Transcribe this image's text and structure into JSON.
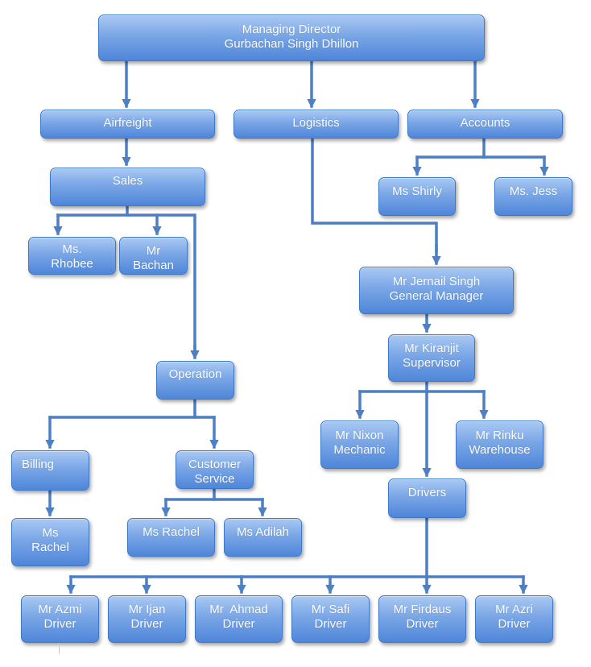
{
  "colors": {
    "box_top": "#a9c9f3",
    "box_bottom": "#4f86d9",
    "connector": "#4d7fc4",
    "text": "#ffffff"
  },
  "nodes": {
    "managing_director": {
      "line1": "Managing Director",
      "line2": "Gurbachan Singh Dhillon"
    },
    "airfreight": {
      "line1": "Airfreight"
    },
    "logistics": {
      "line1": "Logistics"
    },
    "accounts": {
      "line1": "Accounts"
    },
    "sales": {
      "line1": "Sales"
    },
    "ms_shirly": {
      "line1": "Ms Shirly"
    },
    "ms_jess": {
      "line1": "Ms. Jess"
    },
    "ms_rhobee": {
      "line1": "Ms.",
      "line2": "Rhobee"
    },
    "mr_bachan": {
      "line1": "Mr",
      "line2": "Bachan"
    },
    "mr_jernail": {
      "line1": "Mr Jernail Singh",
      "line2": "General Manager"
    },
    "mr_kiranjit": {
      "line1": "Mr Kiranjit",
      "line2": "Supervisor"
    },
    "operation": {
      "line1": "Operation"
    },
    "mr_nixon": {
      "line1": "Mr Nixon",
      "line2": "Mechanic"
    },
    "mr_rinku": {
      "line1": "Mr Rinku",
      "line2": "Warehouse"
    },
    "billing": {
      "line1": "Billing"
    },
    "customer_service": {
      "line1": "Customer",
      "line2": "Service"
    },
    "drivers": {
      "line1": "Drivers"
    },
    "ms_rachel_billing": {
      "line1": "Ms",
      "line2": "Rachel"
    },
    "ms_rachel_cs": {
      "line1": "Ms Rachel"
    },
    "ms_adilah": {
      "line1": "Ms Adilah"
    },
    "mr_azmi": {
      "line1": "Mr Azmi",
      "line2": "Driver"
    },
    "mr_ijan": {
      "line1": "Mr Ijan",
      "line2": "Driver"
    },
    "mr_ahmad": {
      "line1": "Mr  Ahmad",
      "line2": "Driver"
    },
    "mr_safi": {
      "line1": "Mr Safi",
      "line2": "Driver"
    },
    "mr_firdaus": {
      "line1": "Mr Firdaus",
      "line2": "Driver"
    },
    "mr_azri": {
      "line1": "Mr Azri",
      "line2": "Driver"
    }
  }
}
